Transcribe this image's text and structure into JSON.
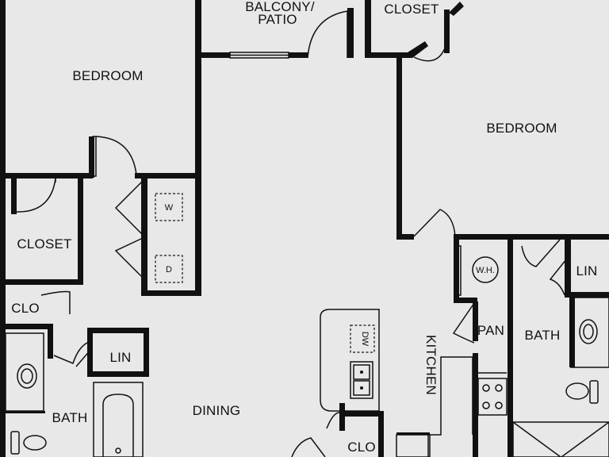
{
  "rooms": {
    "balcony_line1": "BALCONY/",
    "balcony_line2": "PATIO",
    "closet_top": "CLOSET",
    "bedroom_left": "BEDROOM",
    "bedroom_right": "BEDROOM",
    "closet_left": "CLOSET",
    "clo_left": "CLO",
    "lin_left": "LIN",
    "bath_left": "BATH",
    "dining": "DINING",
    "kitchen": "KITCHEN",
    "clo_bottom": "CLO",
    "pan": "PAN",
    "bath_right": "BATH",
    "lin_right": "LIN"
  },
  "appliances": {
    "washer": "W",
    "dryer": "D",
    "water_heater": "W.H.",
    "dishwasher": "DW"
  }
}
